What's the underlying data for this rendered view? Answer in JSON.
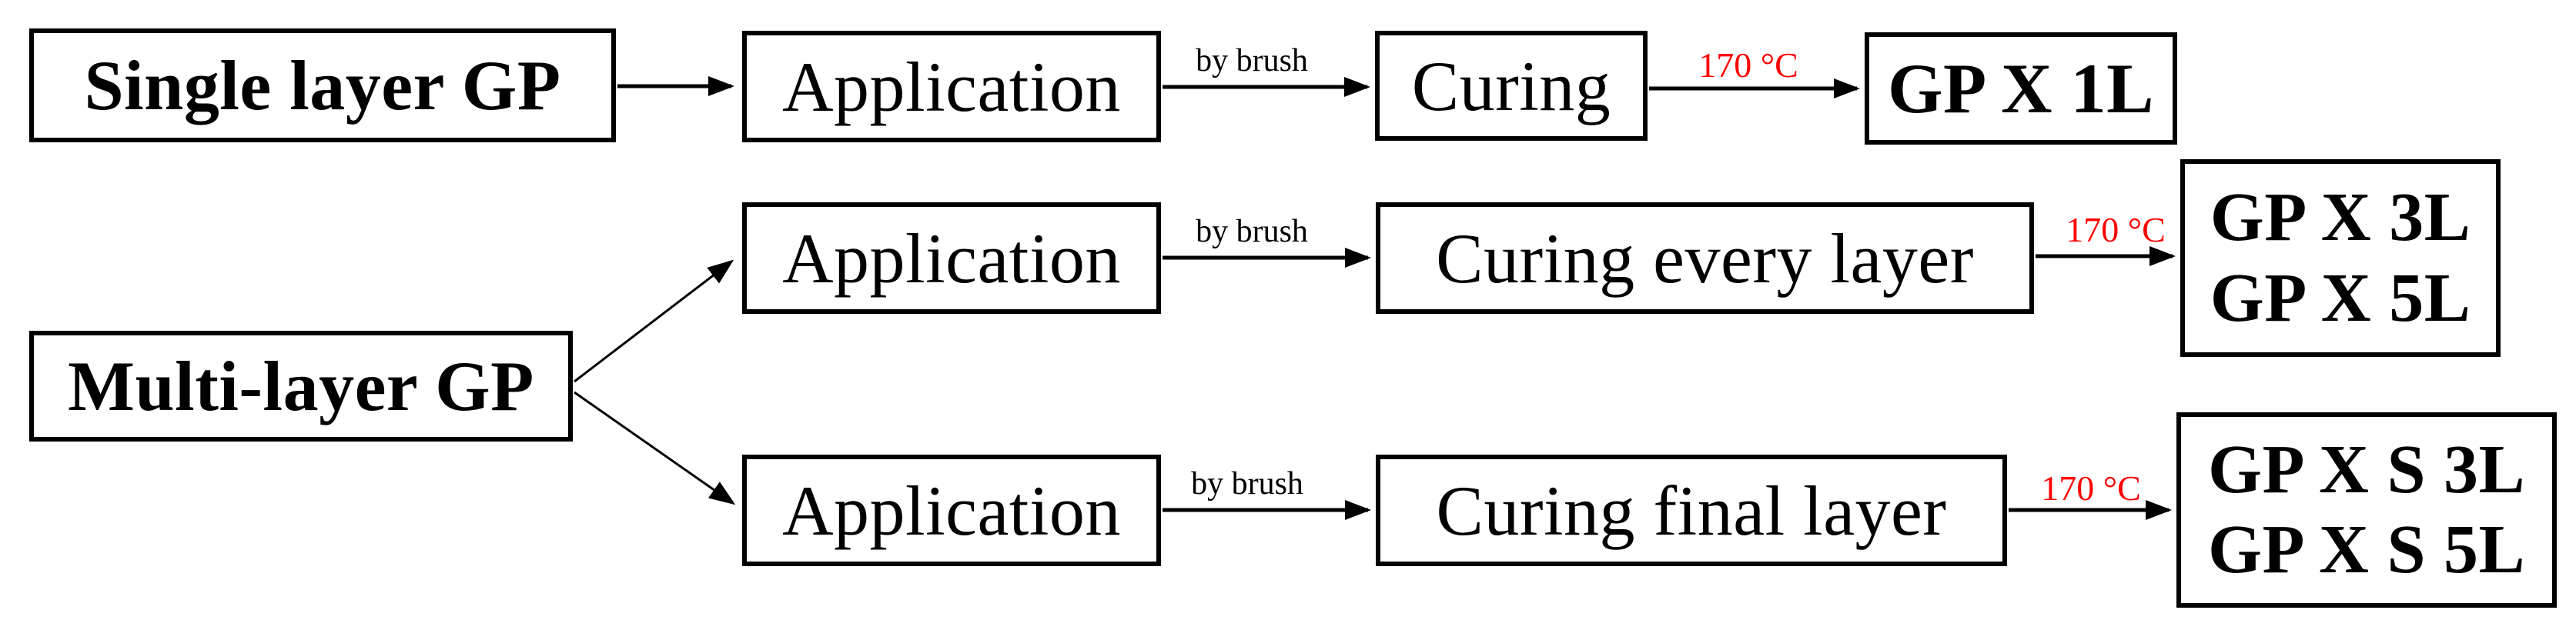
{
  "nodes": {
    "single_layer": {
      "label": "Single layer GP"
    },
    "application_1": {
      "label": "Application"
    },
    "curing_single": {
      "label": "Curing"
    },
    "output_1l": {
      "label": "GP X 1L"
    },
    "application_2": {
      "label": "Application"
    },
    "curing_every": {
      "label": "Curing every layer"
    },
    "output_3l_5l": {
      "lines": [
        "GP X 3L",
        "GP X 5L"
      ]
    },
    "multi_layer": {
      "label": "Multi-layer GP"
    },
    "application_3": {
      "label": "Application"
    },
    "curing_final": {
      "label": "Curing final layer"
    },
    "output_s_3l_5l": {
      "lines": [
        "GP X S 3L",
        "GP X S 5L"
      ]
    }
  },
  "edge_labels": {
    "method": "by brush",
    "temperature": "170 °C"
  },
  "colors": {
    "box_border": "#000000",
    "text": "#000000",
    "arrow": "#000000",
    "temperature_label": "#ff0000",
    "background": "#ffffff"
  }
}
